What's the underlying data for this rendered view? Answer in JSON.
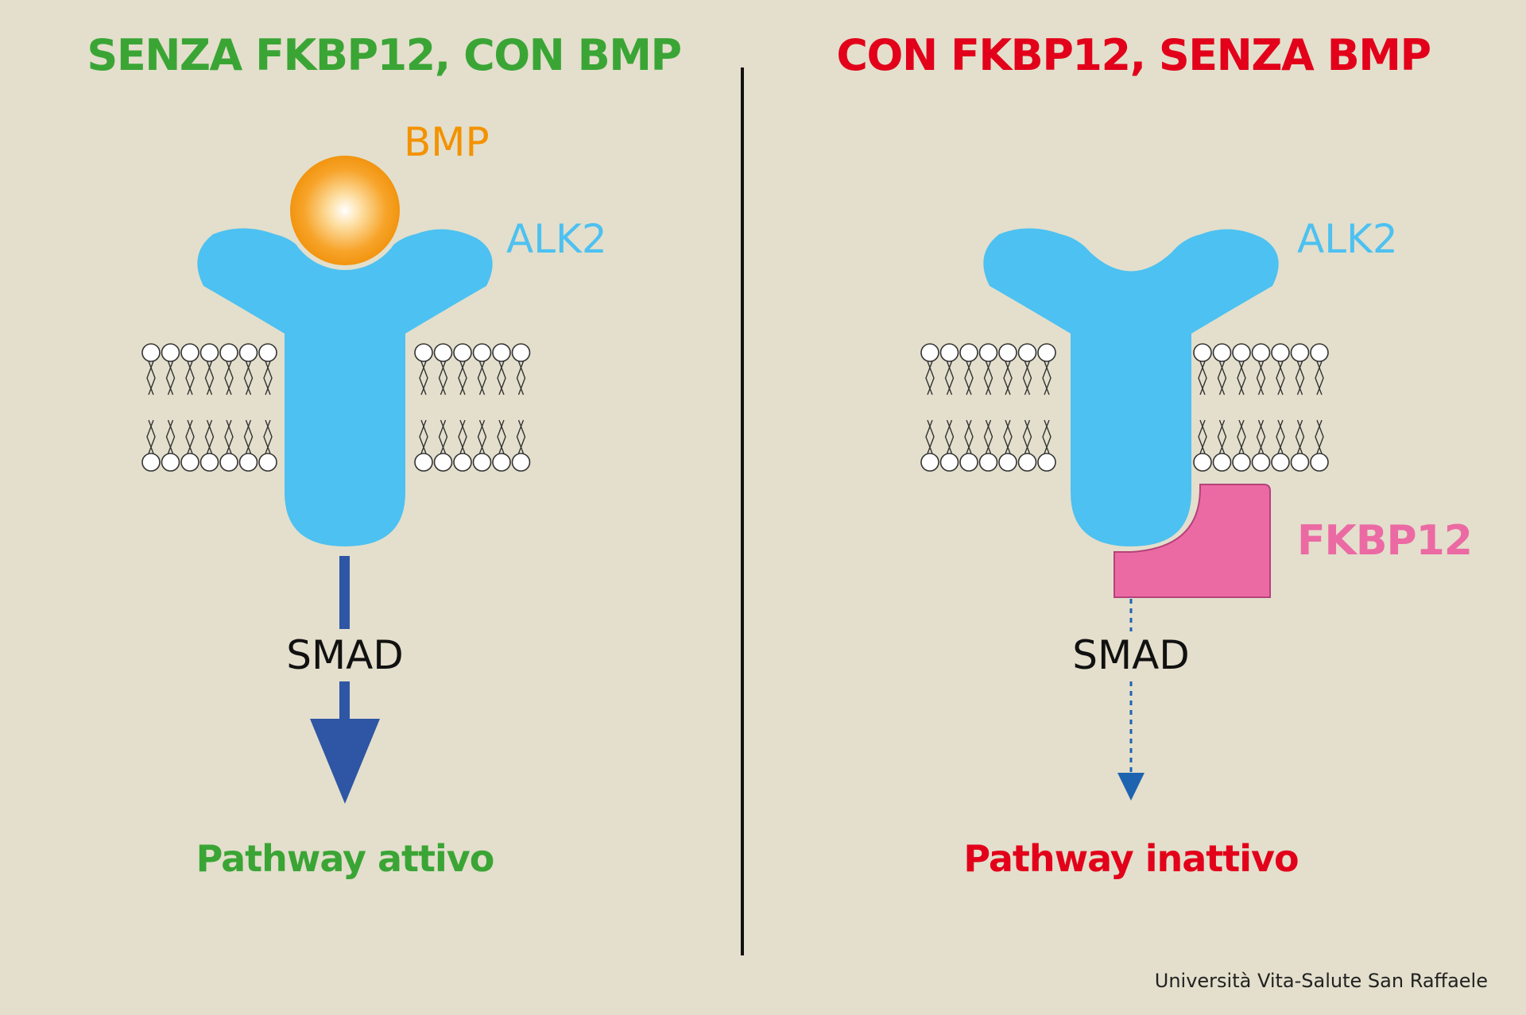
{
  "left": {
    "title": "SENZA FKBP12, CON BMP",
    "bmp_label": "BMP",
    "receptor_label": "ALK2",
    "smad_label": "SMAD",
    "pathway_label": "Pathway attivo"
  },
  "right": {
    "title": "CON FKBP12, SENZA BMP",
    "receptor_label": "ALK2",
    "inhibitor_label": "FKBP12",
    "smad_label": "SMAD",
    "pathway_label": "Pathway inattivo"
  },
  "credit": "Università Vita-Salute San Raffaele",
  "colors": {
    "background": "#e3dfcc",
    "active": "#3aa535",
    "inactive": "#e2001a",
    "receptor": "#4dc1f1",
    "bmp": "#f39200",
    "fkbp12": "#ec6aa4",
    "arrow": "#2f56a4",
    "arrow_dotted": "#1e63b0"
  }
}
